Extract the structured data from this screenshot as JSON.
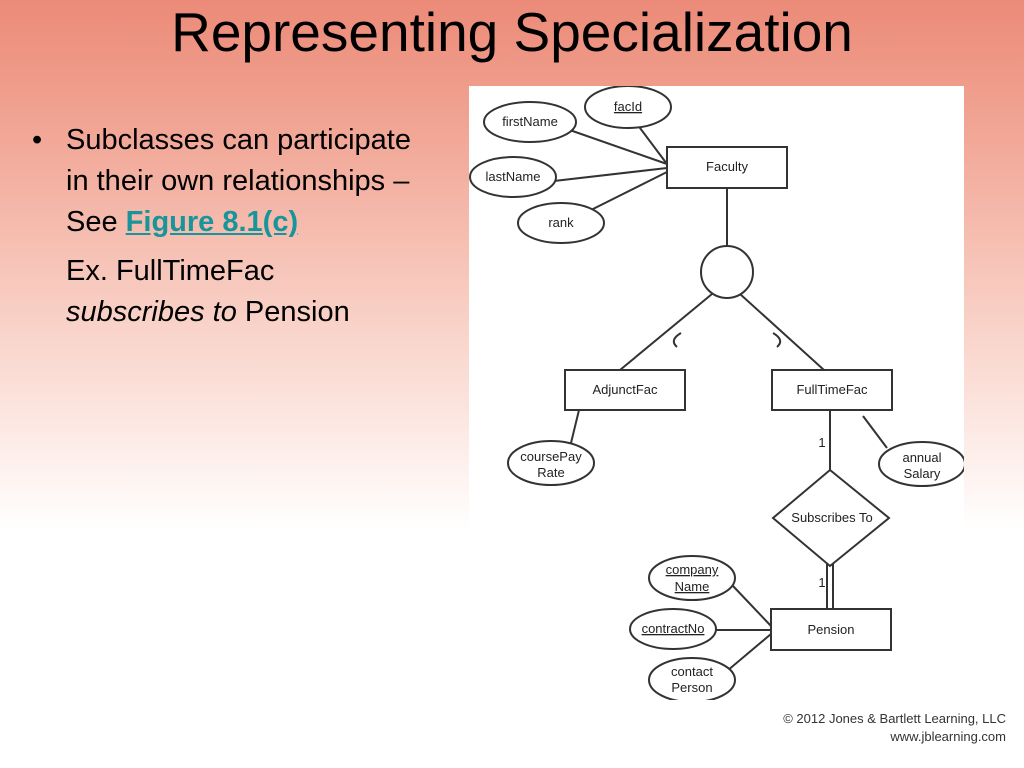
{
  "slide": {
    "title": "Representing Specialization",
    "bullet": {
      "text_before_link": "Subclasses can participate in their own relationships – See ",
      "link": "Figure 8.1(c)",
      "example_prefix": "Ex. FullTimeFac",
      "example_verb": "subscribes to",
      "example_suffix": " Pension"
    }
  },
  "diagram": {
    "entities": {
      "faculty": "Faculty",
      "adjunct": "AdjunctFac",
      "fulltime": "FullTimeFac",
      "pension": "Pension"
    },
    "attributes": {
      "facid": "facId",
      "firstname": "firstName",
      "lastname": "lastName",
      "rank": "rank",
      "coursepay_1": "coursePay",
      "coursepay_2": "Rate",
      "annualsalary_1": "annual",
      "annualsalary_2": "Salary",
      "companyname_1": "company",
      "companyname_2": "Name",
      "contractno": "contractNo",
      "contactperson_1": "contact",
      "contactperson_2": "Person"
    },
    "relationship": "Subscribes To",
    "cardinality_top": "1",
    "cardinality_bottom": "1"
  },
  "footer": {
    "copyright": "© 2012 Jones & Bartlett Learning, LLC",
    "website": "www.jblearning.com"
  }
}
